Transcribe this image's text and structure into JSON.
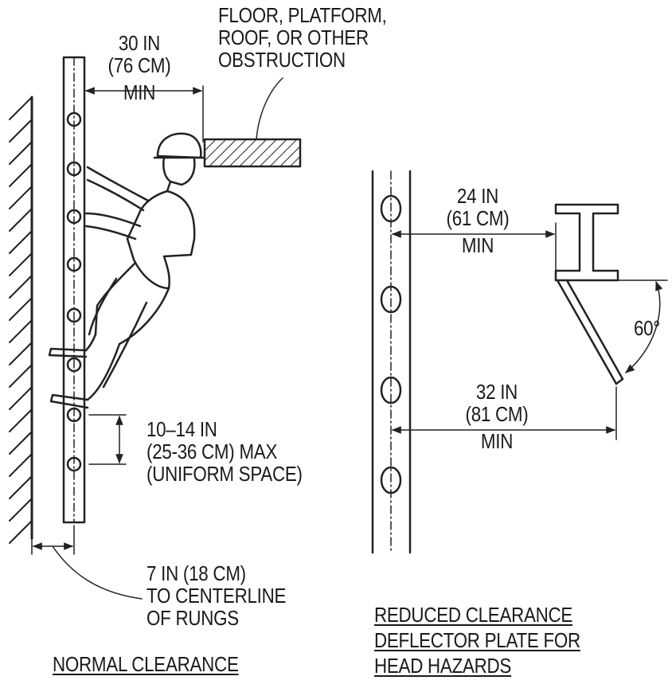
{
  "normal": {
    "top_clearance": {
      "line1": "30 IN",
      "line2": "(76 CM)",
      "line3": "MIN"
    },
    "obstruction": {
      "line1": "FLOOR, PLATFORM,",
      "line2": "ROOF, OR OTHER",
      "line3": "OBSTRUCTION"
    },
    "rung_spacing": {
      "line1": "10–14 IN",
      "line2": "(25-36 CM) MAX",
      "line3": "(UNIFORM SPACE)"
    },
    "wall_distance": {
      "line1": "7 IN (18 CM)",
      "line2": "TO CENTERLINE",
      "line3": "OF RUNGS"
    },
    "caption": "NORMAL CLEARANCE"
  },
  "reduced": {
    "beam_clearance": {
      "line1": "24 IN",
      "line2": "(61 CM)",
      "line3": "MIN"
    },
    "plate_clearance": {
      "line1": "32 IN",
      "line2": "(81 CM)",
      "line3": "MIN"
    },
    "angle": "60°",
    "caption": {
      "line1": "REDUCED CLEARANCE",
      "line2": "DEFLECTOR PLATE FOR",
      "line3": "HEAD HAZARDS"
    }
  }
}
